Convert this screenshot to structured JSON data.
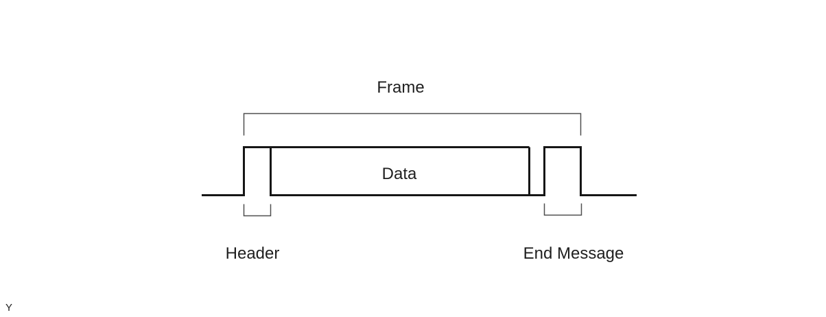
{
  "diagram": {
    "labels": {
      "frame": "Frame",
      "data": "Data",
      "header": "Header",
      "end_message": "End Message"
    },
    "corner_label": "Y",
    "colors": {
      "signal": "#161616",
      "bracket": "#4f4f4f",
      "text": "#1f1f1f",
      "background": "#ffffff"
    }
  }
}
